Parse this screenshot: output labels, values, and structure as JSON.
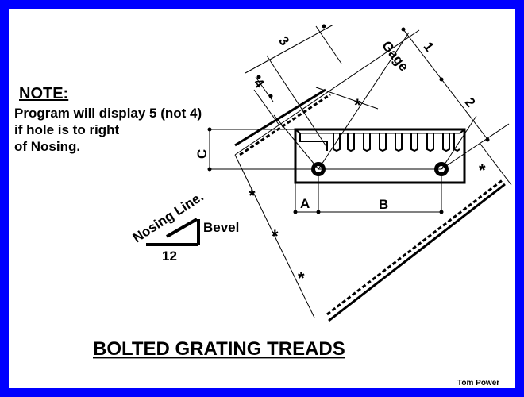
{
  "colors": {
    "frame": "#0000ff",
    "ink": "#000000",
    "background": "#ffffff"
  },
  "note": {
    "heading": "NOTE:",
    "lines": [
      "Program will display 5 (not 4)",
      "if hole is to right",
      "of Nosing."
    ]
  },
  "dimensions": {
    "d1": "1",
    "d2": "2",
    "d3": "3",
    "d4": "4",
    "gage": "Gage",
    "a": "A",
    "b": "B",
    "c": "C",
    "star": "*"
  },
  "bevel": {
    "label": "Bevel",
    "run": "12"
  },
  "nosing_label": "Nosing Line.",
  "title": "BOLTED GRATING TREADS",
  "credit": "Tom Power"
}
